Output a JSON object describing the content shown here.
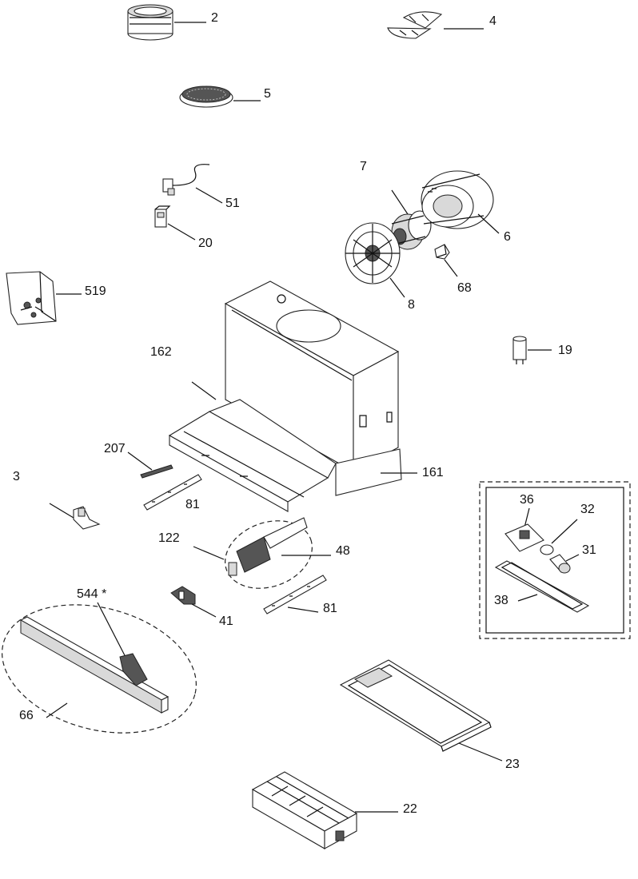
{
  "callouts": {
    "c2": "2",
    "c4": "4",
    "c5": "5",
    "c7": "7",
    "c51": "51",
    "c6": "6",
    "c20": "20",
    "c68": "68",
    "c519": "519",
    "c8": "8",
    "c162": "162",
    "c19": "19",
    "c207": "207",
    "c161": "161",
    "c3": "3",
    "c81a": "81",
    "c36": "36",
    "c32": "32",
    "c122": "122",
    "c48": "48",
    "c31": "31",
    "c544": "544 *",
    "c38": "38",
    "c81b": "81",
    "c41": "41",
    "c66": "66",
    "c23": "23",
    "c22": "22"
  }
}
